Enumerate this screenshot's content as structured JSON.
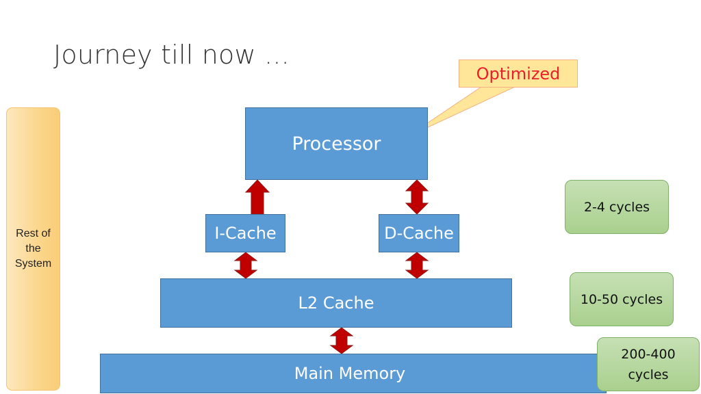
{
  "slide": {
    "title": "Journey till now ..."
  },
  "sidebar": {
    "label_lines": [
      "Rest of",
      "the",
      "System"
    ]
  },
  "callout": {
    "label": "Optimized"
  },
  "blocks": {
    "processor": "Processor",
    "icache": "I-Cache",
    "dcache": "D-Cache",
    "l2cache": "L2 Cache",
    "main_memory": "Main Memory"
  },
  "latencies": {
    "l1": [
      "2-4 cycles"
    ],
    "l2": [
      "10-50 cycles"
    ],
    "memory": [
      "200-400",
      "cycles"
    ]
  },
  "colors": {
    "block_fill": "#5b9bd5",
    "arrow_fill": "#c00000",
    "callout_text": "#e8202a",
    "latency_fill": "#a9d08e",
    "sidebar_fill": "#fbd68c"
  }
}
